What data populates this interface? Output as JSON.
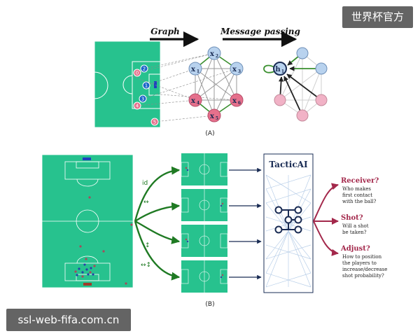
{
  "panel_a": {
    "label": "(A)",
    "graph_label": "Graph",
    "message_label": "Message passing",
    "players": [
      "0",
      "2",
      "1",
      "3",
      "4",
      "5"
    ],
    "nodes": [
      {
        "sub": "2",
        "team": "blue"
      },
      {
        "sub": "1",
        "team": "blue"
      },
      {
        "sub": "3",
        "team": "blue"
      },
      {
        "sub": "4",
        "team": "red"
      },
      {
        "sub": "6",
        "team": "red"
      },
      {
        "sub": "5",
        "team": "red"
      }
    ],
    "hidden_sub": "1"
  },
  "panel_b": {
    "label": "(B)",
    "transforms": [
      "id",
      "↔",
      "↕",
      "↔↕"
    ],
    "model_title": "TacticAI",
    "outputs": [
      {
        "title": "Receiver?",
        "desc": [
          "Who makes",
          "first contact",
          "with the ball?"
        ]
      },
      {
        "title": "Shot?",
        "desc": [
          "Will a shot",
          "be taken?"
        ]
      },
      {
        "title": "Adjust?",
        "desc": [
          "How to position",
          "the players to",
          "increase/decrease",
          "shot probability?"
        ]
      }
    ]
  },
  "colors": {
    "pitch": "#27c28e",
    "blue_node": "#b8d2ee",
    "red_node": "#e5708c",
    "pink_node": "#f1b2c6",
    "navy": "#1a2c54",
    "output_red": "#a3284b",
    "arrow_green": "#1f7a23"
  },
  "watermarks": {
    "top": "世界杯官方",
    "bottom": "ssl-web-fifa.com.cn"
  }
}
